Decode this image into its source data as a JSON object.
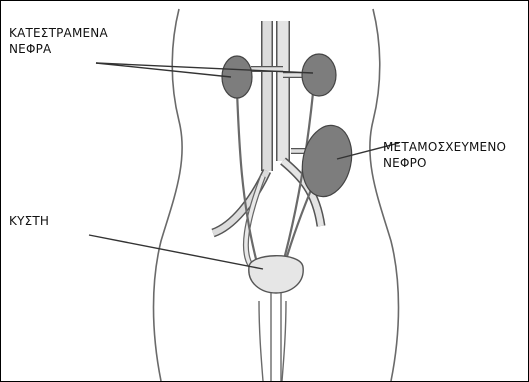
{
  "labels": {
    "damaged_kidneys": {
      "line1": "ΚΑΤΕΣΤΡΑΜΕΝΑ",
      "line2": "ΝΕΦΡΑ"
    },
    "transplanted_kidney": {
      "line1": "ΜΕΤΑΜΟΣΧΕΥΜΕΝΟ",
      "line2": "ΝΕΦΡΟ"
    },
    "bladder": {
      "line1": "ΚΥΣΤΗ"
    }
  },
  "colors": {
    "kidney": "#7d7d7d",
    "vessel": "#d9d9d9",
    "outline": "#555555",
    "bladder": "#e6e6e6",
    "leader": "#333333"
  }
}
